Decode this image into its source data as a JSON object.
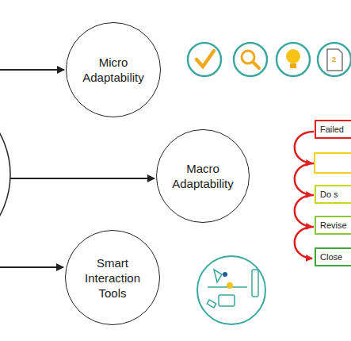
{
  "diagram": {
    "nodes": [
      {
        "text": [
          "Micro Adaptability"
        ]
      },
      {
        "text": [
          "Macro Adaptability"
        ]
      },
      {
        "text": [
          "Smart Interaction Tools"
        ]
      },
      {
        "text": [
          "Failed"
        ]
      },
      {
        "text": [
          "Do s"
        ]
      },
      {
        "text": [
          "Revise"
        ]
      },
      {
        "text": [
          "Close"
        ]
      }
    ],
    "labels": [
      "2"
    ]
  }
}
